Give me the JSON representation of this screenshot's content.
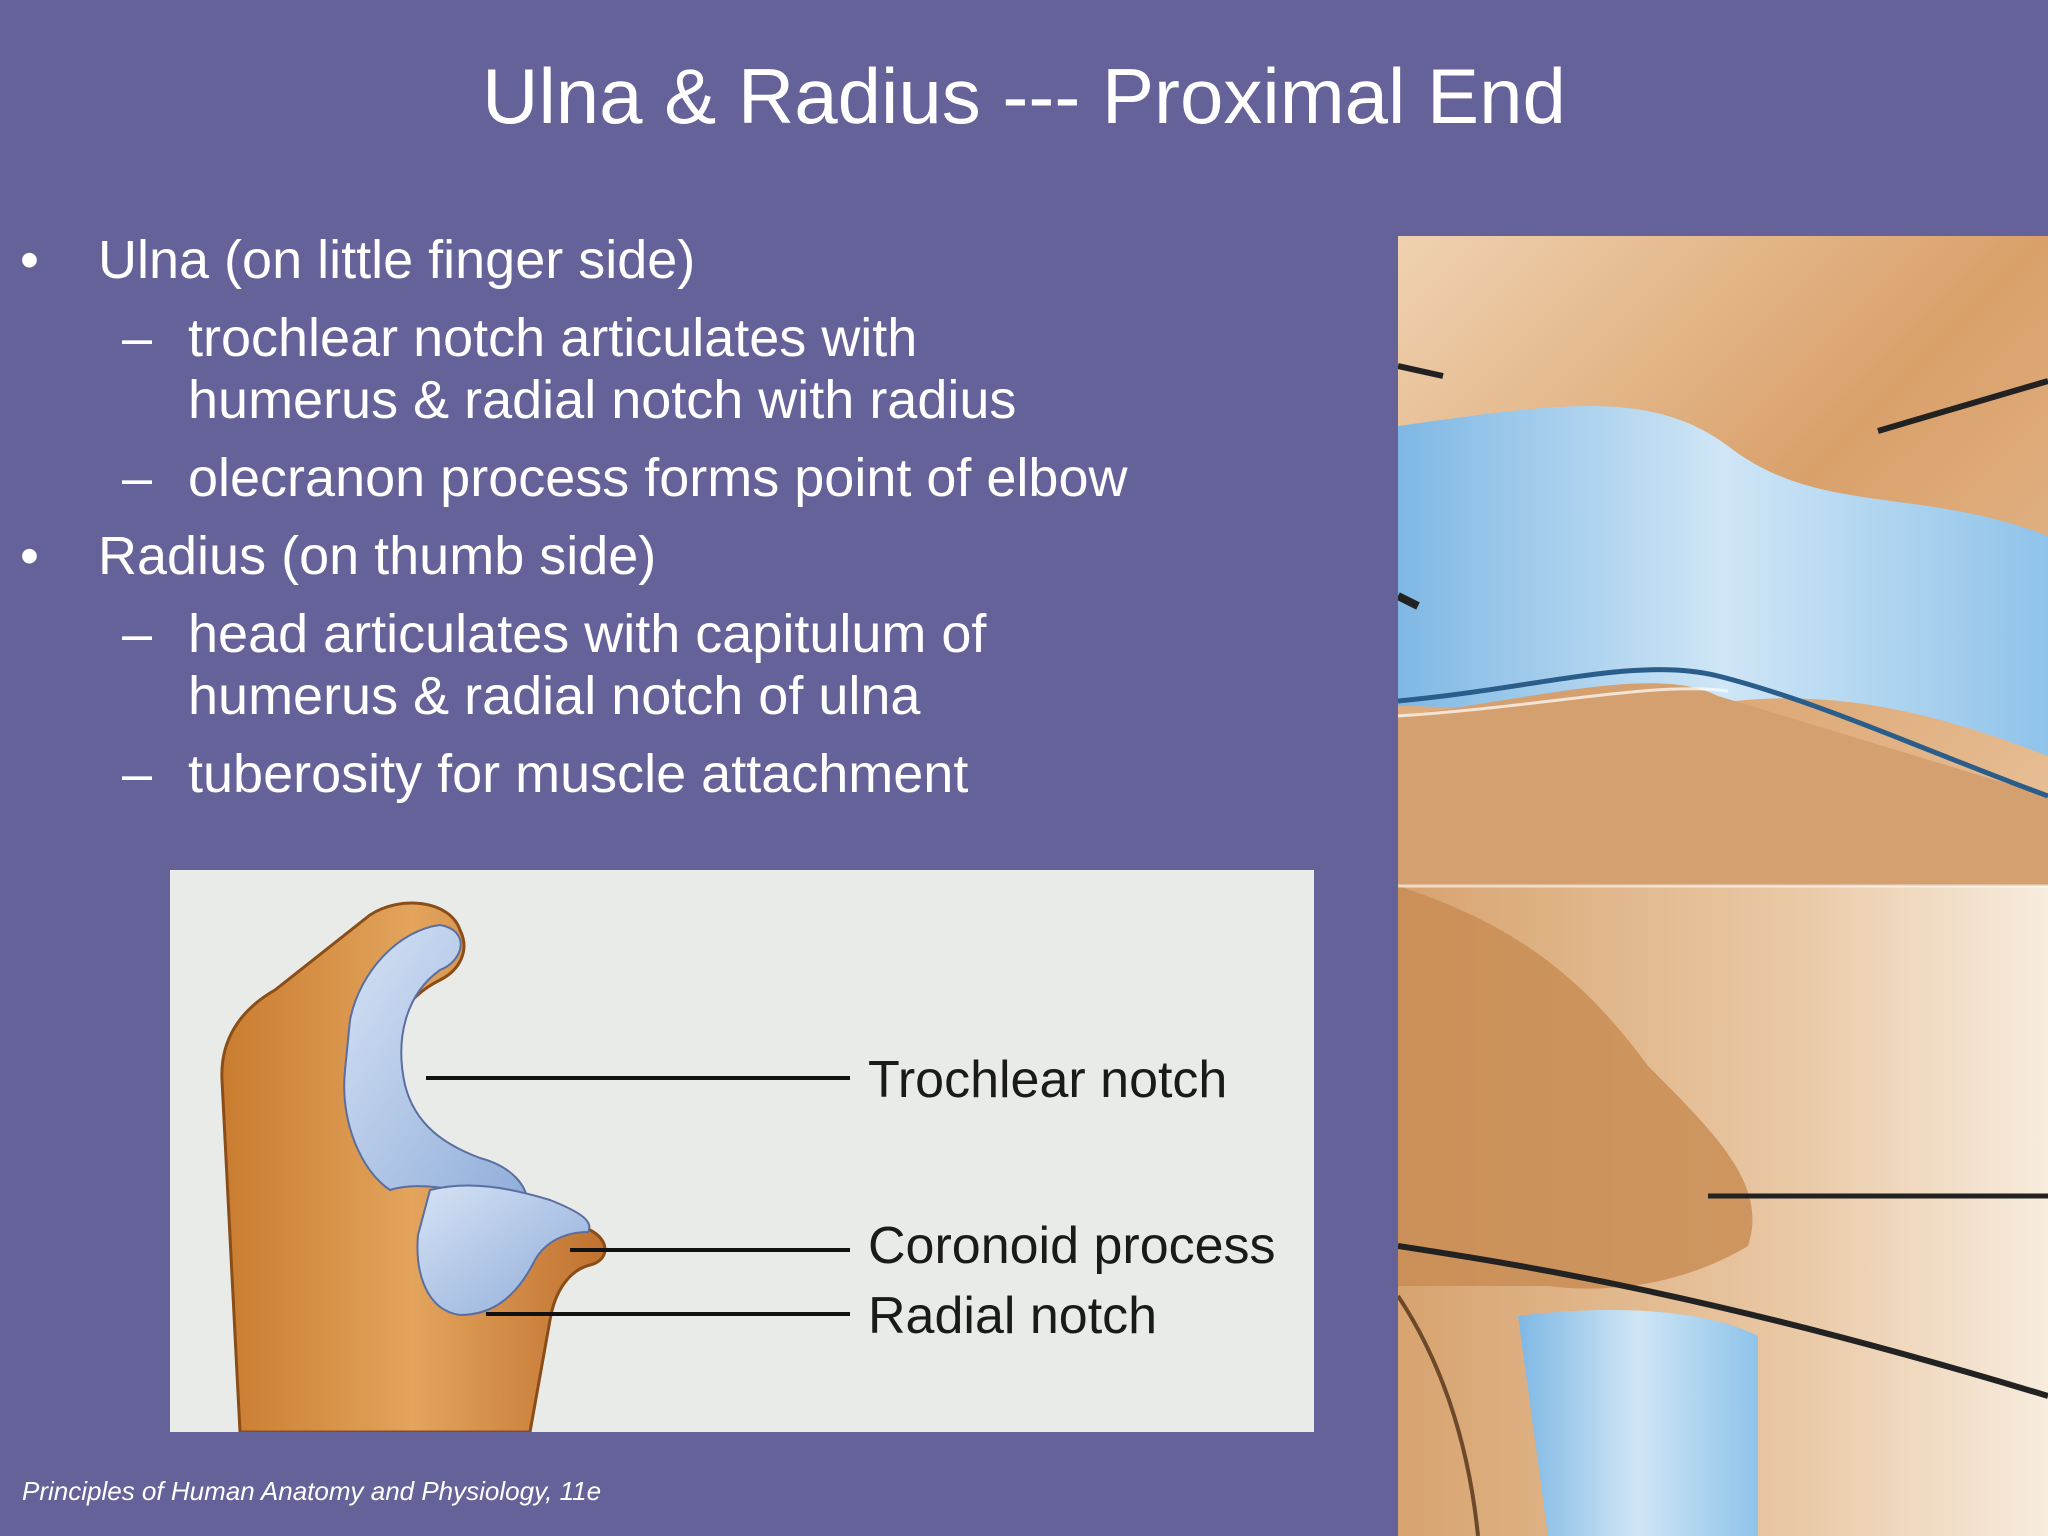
{
  "slide": {
    "title": "Ulna & Radius --- Proximal End",
    "bullets": [
      {
        "level": 1,
        "mark": "•",
        "text": "Ulna (on little finger side)"
      },
      {
        "level": 2,
        "mark": "–",
        "text": "trochlear notch articulates with"
      },
      {
        "level": 2,
        "mark": "",
        "text": "humerus & radial notch with radius"
      },
      {
        "level": 2,
        "mark": "–",
        "text": "olecranon process forms point of elbow"
      },
      {
        "level": 1,
        "mark": "•",
        "text": "Radius (on thumb side)"
      },
      {
        "level": 2,
        "mark": "–",
        "text": "head articulates with capitulum of"
      },
      {
        "level": 2,
        "mark": "",
        "text": "humerus & radial notch of ulna"
      },
      {
        "level": 2,
        "mark": "–",
        "text": "tuberosity for muscle attachment"
      }
    ],
    "diagram_labels": {
      "trochlear": "Trochlear notch",
      "coronoid": "Coronoid process",
      "radial": "Radial notch"
    },
    "credit": "Principles of Human Anatomy and Physiology, 11e"
  },
  "colors": {
    "background": "#656199",
    "bone": "#d9903f",
    "cartilage": "#a9c4ea",
    "text": "#ffffff"
  }
}
